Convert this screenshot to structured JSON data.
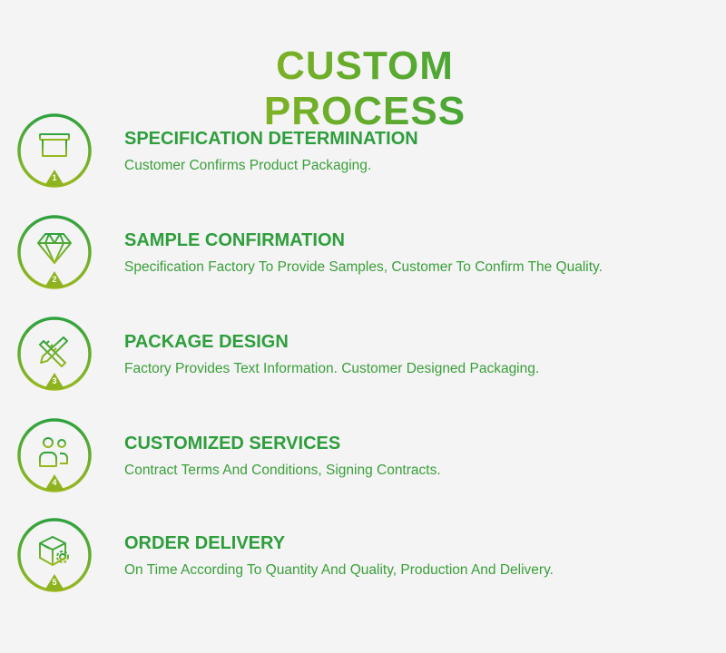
{
  "title": "CUSTOM PROCESS",
  "colors": {
    "green": "#2ea23e",
    "yellow_green": "#9ab81f"
  },
  "steps": [
    {
      "number": "1",
      "icon": "box-icon",
      "title": "SPECIFICATION DETERMINATION",
      "description": "Customer Confirms Product Packaging."
    },
    {
      "number": "2",
      "icon": "diamond-icon",
      "title": "SAMPLE CONFIRMATION",
      "description": "Specification Factory To Provide Samples, Customer To Confirm The Quality."
    },
    {
      "number": "3",
      "icon": "pencil-ruler-icon",
      "title": "PACKAGE DESIGN",
      "description": "Factory Provides Text Information. Customer Designed Packaging."
    },
    {
      "number": "4",
      "icon": "users-icon",
      "title": "CUSTOMIZED SERVICES",
      "description": "Contract Terms And Conditions, Signing Contracts."
    },
    {
      "number": "5",
      "icon": "package-gear-icon",
      "title": "ORDER DELIVERY",
      "description": "On Time According To Quantity And Quality, Production And Delivery."
    }
  ]
}
